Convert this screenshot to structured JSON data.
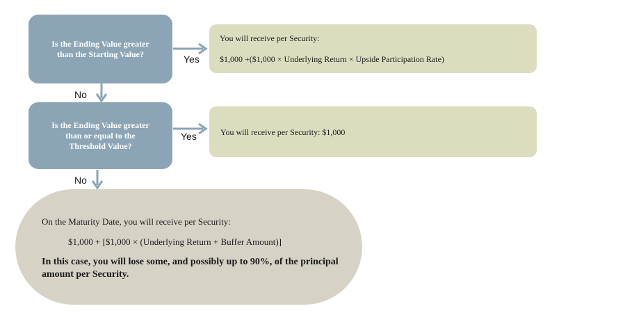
{
  "question1": {
    "line1": "Is the Ending Value greater",
    "line2": "than the Starting Value?"
  },
  "question2": {
    "line1": "Is the Ending Value greater",
    "line2": "than or equal to the",
    "line3": "Threshold Value?"
  },
  "result1": {
    "line1": "You will receive per Security:",
    "line2": "$1,000 +($1,000 × Underlying Return  × Upside Participation Rate)"
  },
  "result2": {
    "text": "You will receive per Security:  $1,000"
  },
  "final": {
    "intro": "On the Maturity Date, you will receive per Security:",
    "formula": "$1,000 + [$1,000 × (Underlying Return + Buffer Amount)]",
    "warning": "In this case, you will lose some, and possibly up to 90%, of the principal amount per Security."
  },
  "labels": {
    "yes1": "Yes",
    "no1": "No",
    "yes2": "Yes",
    "no2": "No"
  },
  "colors": {
    "question_fill": "#8ba5b6",
    "result_fill": "#dcdcbf",
    "final_fill": "#d6d3c6",
    "arrow": "#8ba5b6"
  }
}
